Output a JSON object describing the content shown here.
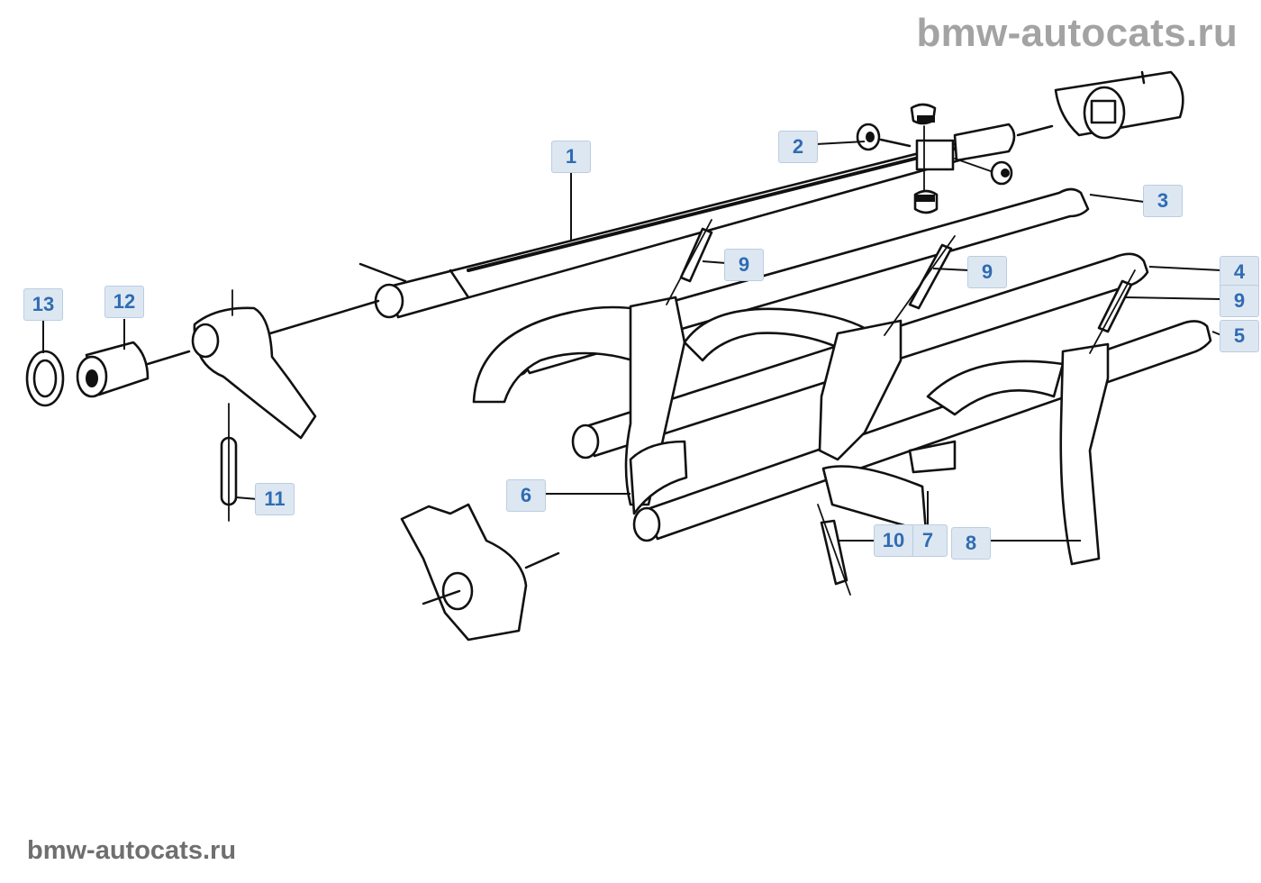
{
  "watermark": {
    "top": "bmw-autocats.ru",
    "bottom": "bmw-autocats.ru"
  },
  "callouts": [
    {
      "id": "c1",
      "label": "1"
    },
    {
      "id": "c2",
      "label": "2"
    },
    {
      "id": "c3",
      "label": "3"
    },
    {
      "id": "c4",
      "label": "4"
    },
    {
      "id": "c5",
      "label": "5"
    },
    {
      "id": "c6",
      "label": "6"
    },
    {
      "id": "c7",
      "label": "7"
    },
    {
      "id": "c8",
      "label": "8"
    },
    {
      "id": "c9a",
      "label": "9"
    },
    {
      "id": "c9b",
      "label": "9"
    },
    {
      "id": "c9c",
      "label": "9"
    },
    {
      "id": "c10",
      "label": "10"
    },
    {
      "id": "c11",
      "label": "11"
    },
    {
      "id": "c12",
      "label": "12"
    },
    {
      "id": "c13",
      "label": "13"
    }
  ],
  "colors": {
    "callout_text": "#2f6cb3",
    "callout_bg": "#dde7f2",
    "watermark_top": "#a3a3a3",
    "watermark_bottom": "#6f6f6f"
  }
}
